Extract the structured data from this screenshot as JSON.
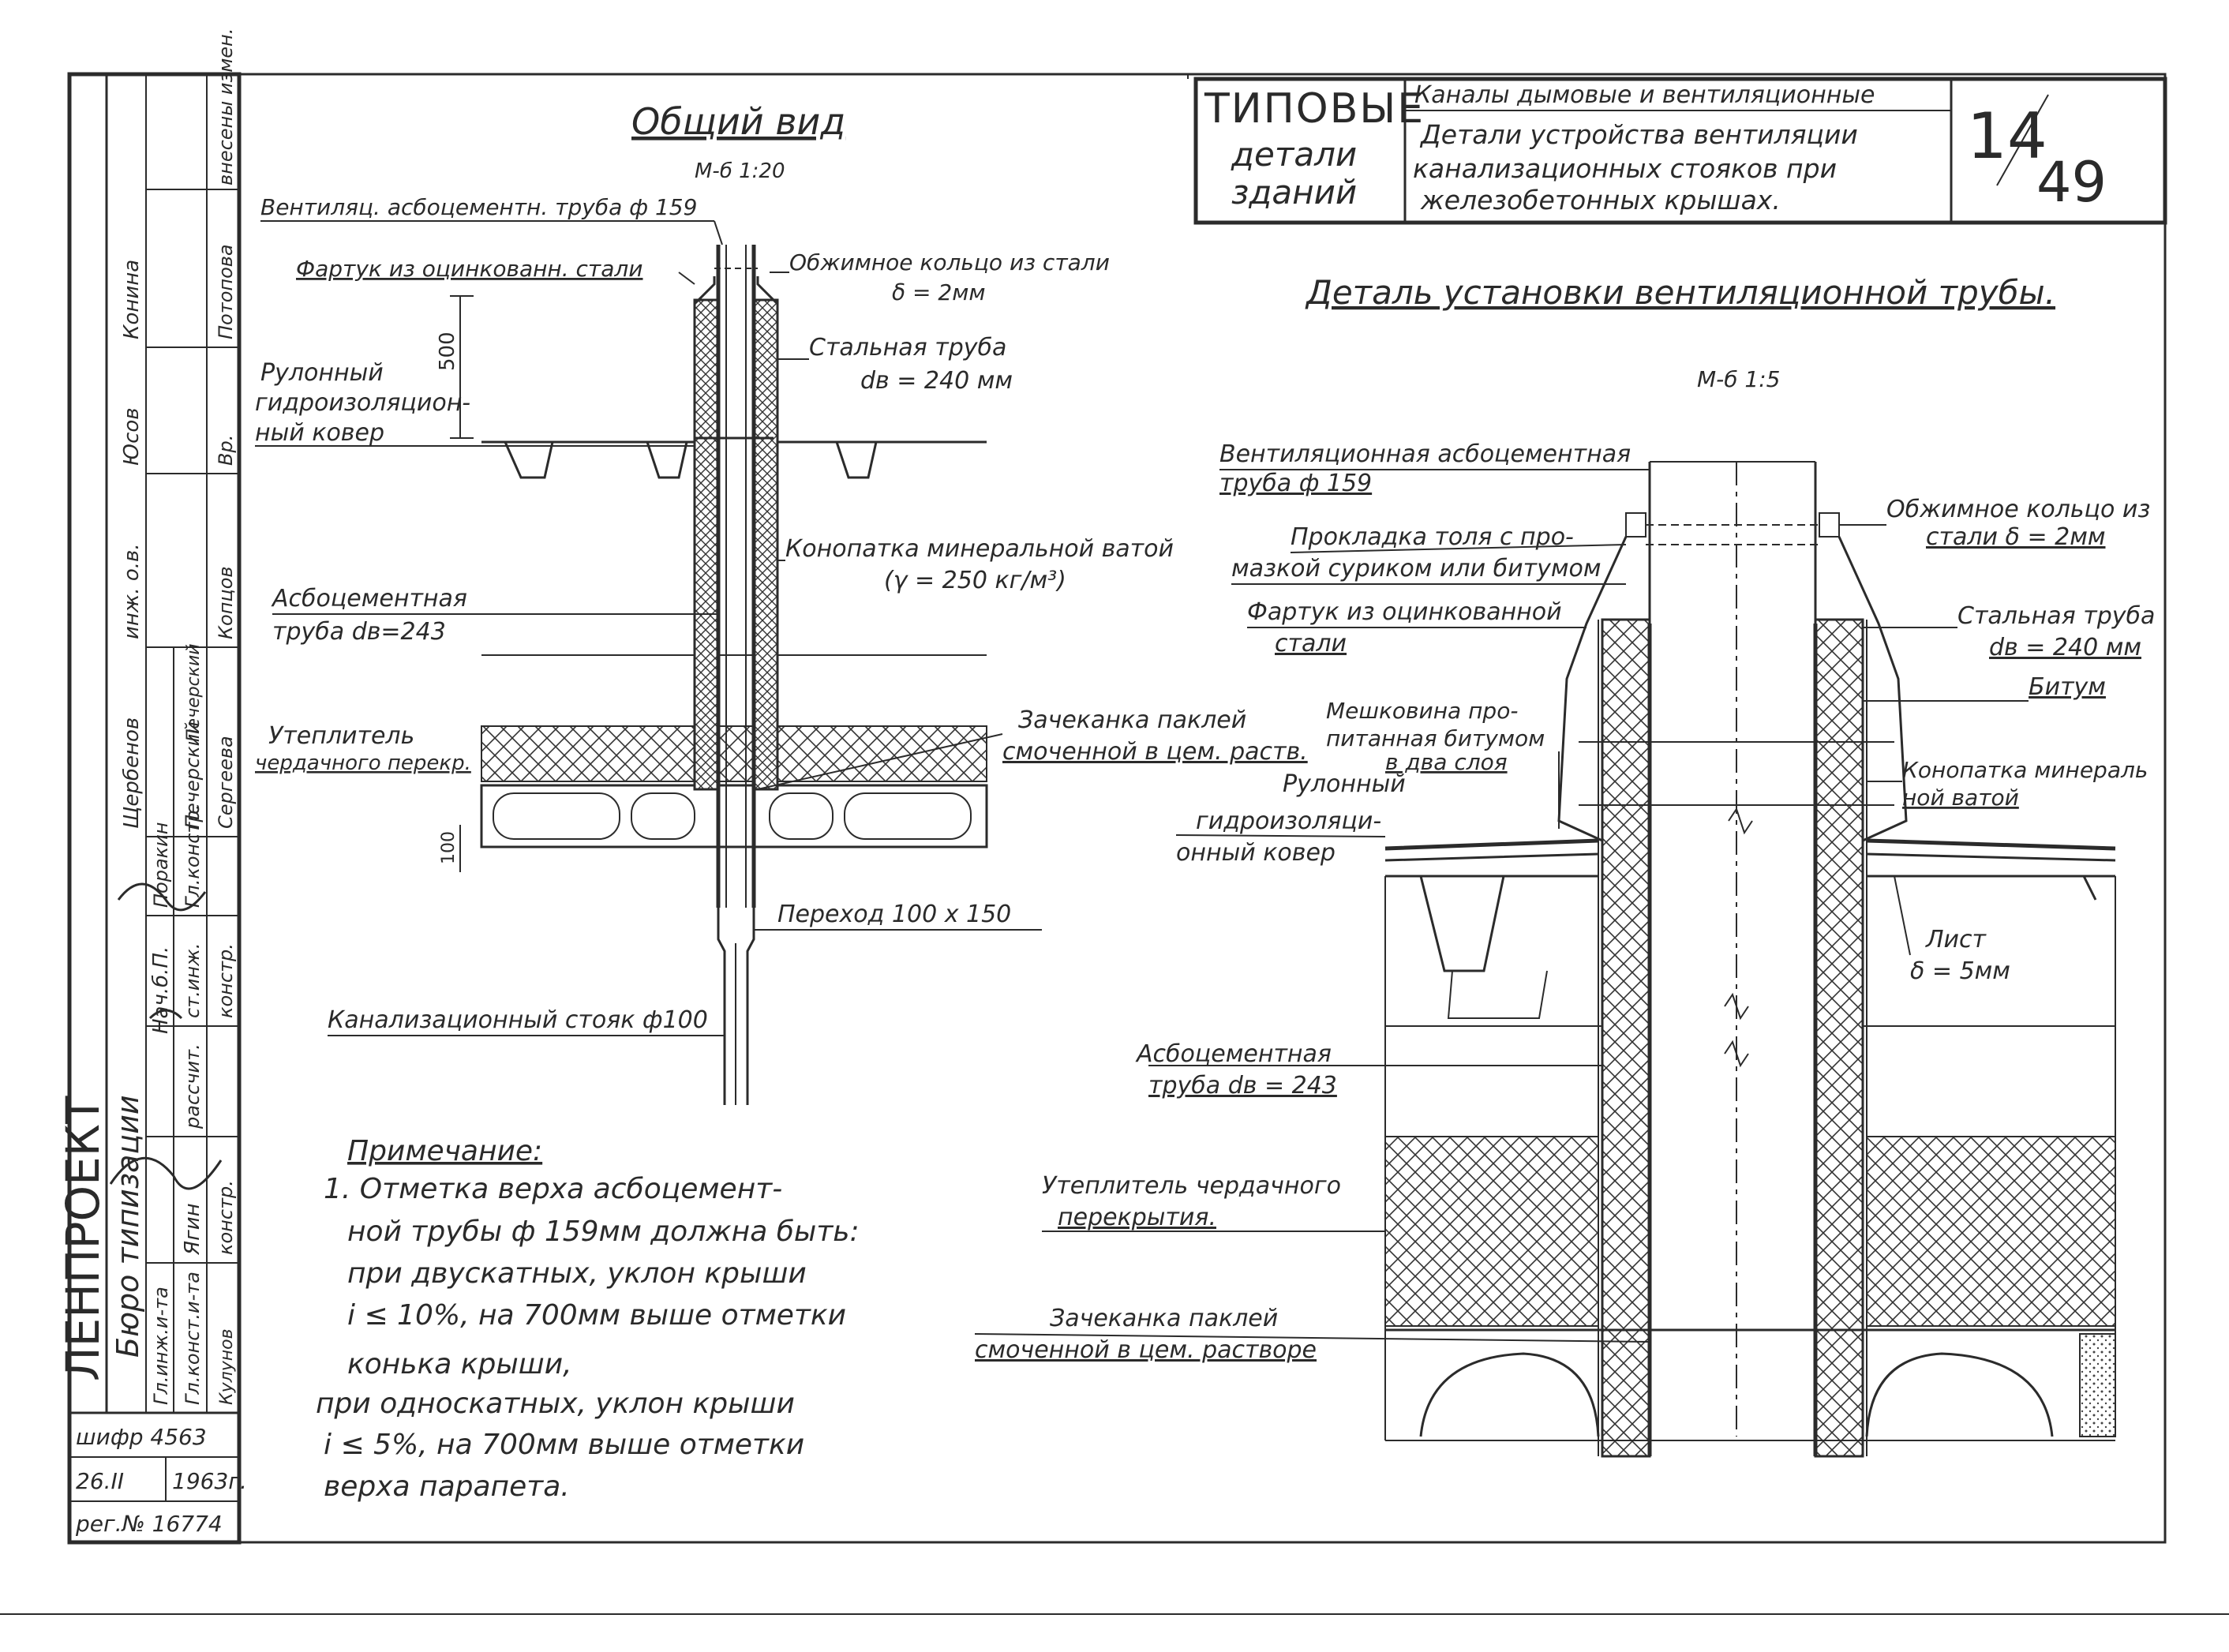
{
  "title_block": {
    "typovye": "ТИПОВЫЕ",
    "detali": "детали",
    "zdaniy": "зданий",
    "series_title": "Каналы дымовые и вентиляционные",
    "sheet_title_1": "Детали устройства вентиляции",
    "sheet_title_2": "канализационных стояков при",
    "sheet_title_3": "железобетонных крышах.",
    "sheet_num": "14",
    "sheet_total": "49"
  },
  "side_stamp": {
    "org": "ЛЕНПРОЕКТ",
    "bureau": "Бюро типизации",
    "shifr": "шифр 4563",
    "date_day": "26.II",
    "date_year": "1963г.",
    "reg": "рег.№ 16774",
    "col_titles": [
      "Гл.инж.и-та",
      "Гл.конст.и-та",
      "Нач.б.П.",
      "Гл.констр.",
      "ст.инж.",
      "рассчит.",
      "констр.",
      "констр.",
      "инж. о.в.",
      "Вр.",
      "внесены измен."
    ],
    "col_names": [
      "Ягин",
      "Кулунов",
      "Щербенов",
      "Поракин",
      "Печерский",
      "Печерский",
      "Сергеева",
      "Копцов",
      "Юсов",
      "Конина",
      "Потопова"
    ]
  },
  "left_view": {
    "title": "Общий вид",
    "scale": "М-б 1:20",
    "dim_500": "500",
    "dim_100": "100",
    "labels": {
      "vent_pipe": "Вентиляц. асбоцементн. труба ф 159",
      "apron": "Фартук из оцинкованн. стали",
      "ring_1": "Обжимное кольцо из стали",
      "ring_2": "δ = 2мм",
      "steel_pipe_1": "Стальная труба",
      "steel_pipe_2": "dв = 240 мм",
      "roll_1": "Рулонный",
      "roll_2": "гидроизоляцион-",
      "roll_3": "ный ковер",
      "caulk_1": "Конопатка минеральной ватой",
      "caulk_2": "(γ = 250 кг/м³)",
      "asb_1": "Асбоцементная",
      "asb_2": "труба dв=243",
      "tow_1": "Зачеканка паклей",
      "tow_2": "смоченной в цем. раств.",
      "ins_1": "Утеплитель",
      "ins_2": "чердачного перекр.",
      "transition": "Переход 100 х 150",
      "sewer": "Канализационный стояк ф100"
    }
  },
  "note": {
    "heading": "Примечание:",
    "lines": [
      "1. Отметка верха асбоцемент-",
      "ной трубы ф 159мм должна быть:",
      "при двускатных, уклон крыши",
      "i ≤ 10%, на 700мм выше отметки",
      "конька крыши,",
      "при односкатных, уклон крыши",
      "i ≤ 5%, на 700мм выше отметки",
      "верха парапета."
    ]
  },
  "right_view": {
    "title": "Деталь установки вентиляционной трубы.",
    "scale": "М-б 1:5",
    "labels": {
      "vent_1": "Вентиляционная асбоцементная",
      "vent_2": "труба ф 159",
      "gasket_1": "Прокладка толя с про-",
      "gasket_2": "мазкой суриком или битумом",
      "apron_1": "Фартук из оцинкованной",
      "apron_2": "стали",
      "burlap_1": "Мешковина про-",
      "burlap_2": "питанная битумом",
      "burlap_3": "в два слоя",
      "roll_1": "Рулонный",
      "roll_2": "гидроизоляци-",
      "roll_3": "онный ковер",
      "asb_1": "Асбоцементная",
      "asb_2": "труба dв = 243",
      "ins_1": "Утеплитель чердачного",
      "ins_2": "перекрытия.",
      "tow_1": "Зачеканка паклей",
      "tow_2": "смоченной в цем. растворе",
      "ring_1": "Обжимное кольцо из",
      "ring_2": "стали δ = 2мм",
      "steel_1": "Стальная труба",
      "steel_2": "dв = 240 мм",
      "bitumen": "Битум",
      "caulk_1": "Конопатка минераль",
      "caulk_2": "ной ватой",
      "sheet_1": "Лист",
      "sheet_2": "δ = 5мм"
    }
  }
}
